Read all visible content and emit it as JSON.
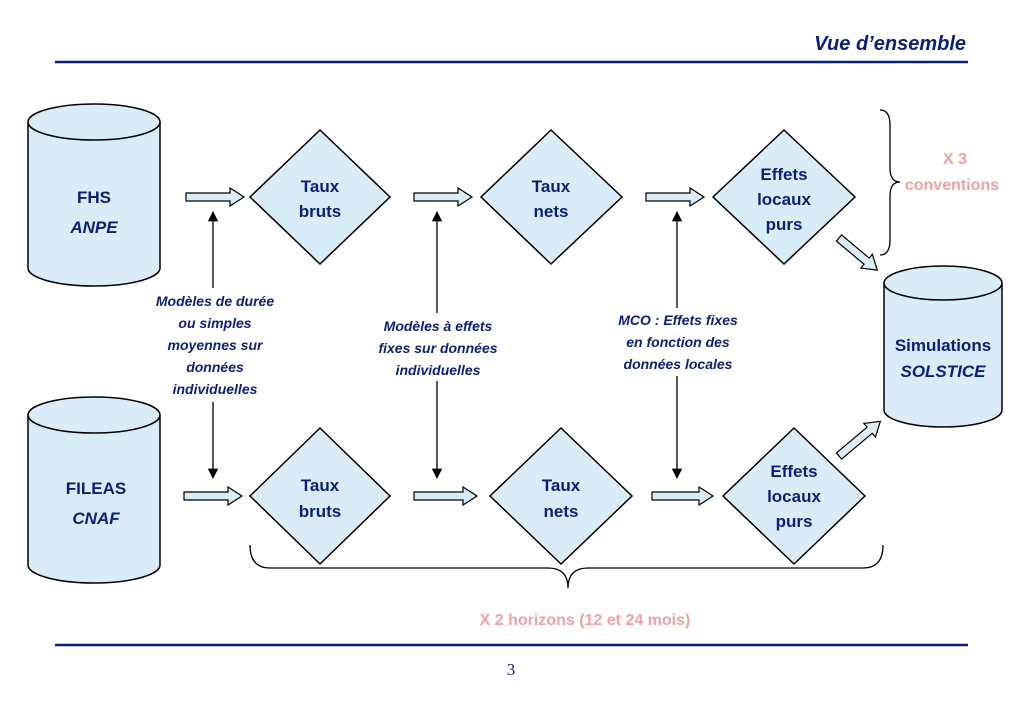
{
  "header": {
    "title": "Vue d’ensemble"
  },
  "footer": {
    "page_number": "3"
  },
  "sources": {
    "top": {
      "line1": "FHS",
      "line2": "ANPE"
    },
    "bottom": {
      "line1": "FILEAS",
      "line2": "CNAF"
    }
  },
  "target": {
    "line1": "Simulations",
    "line2": "SOLSTICE"
  },
  "top_row": {
    "taux_bruts": {
      "line1": "Taux",
      "line2": "bruts"
    },
    "taux_nets": {
      "line1": "Taux",
      "line2": "nets"
    },
    "effets": {
      "line1": "Effets",
      "line2": "locaux",
      "line3": "purs"
    }
  },
  "bottom_row": {
    "taux_bruts": {
      "line1": "Taux",
      "line2": "bruts"
    },
    "taux_nets": {
      "line1": "Taux",
      "line2": "nets"
    },
    "effets": {
      "line1": "Effets",
      "line2": "locaux",
      "line3": "purs"
    }
  },
  "methods": {
    "durations": [
      "Modèles de durée",
      "ou simples",
      "moyennes sur",
      "données",
      "individuelles"
    ],
    "fixed_effects": [
      "Modèles à effets",
      "fixes sur données",
      "individuelles"
    ],
    "mco": [
      "MCO : Effets fixes",
      "en fonction des",
      "données locales"
    ]
  },
  "annotations": {
    "conventions": {
      "line1": "X 3",
      "line2": "conventions"
    },
    "horizons": "X 2 horizons (12 et 24 mois)"
  },
  "colors": {
    "navy": "#0b1f7a",
    "fill": "#d9ecf8",
    "pink": "#f2a0a0"
  }
}
